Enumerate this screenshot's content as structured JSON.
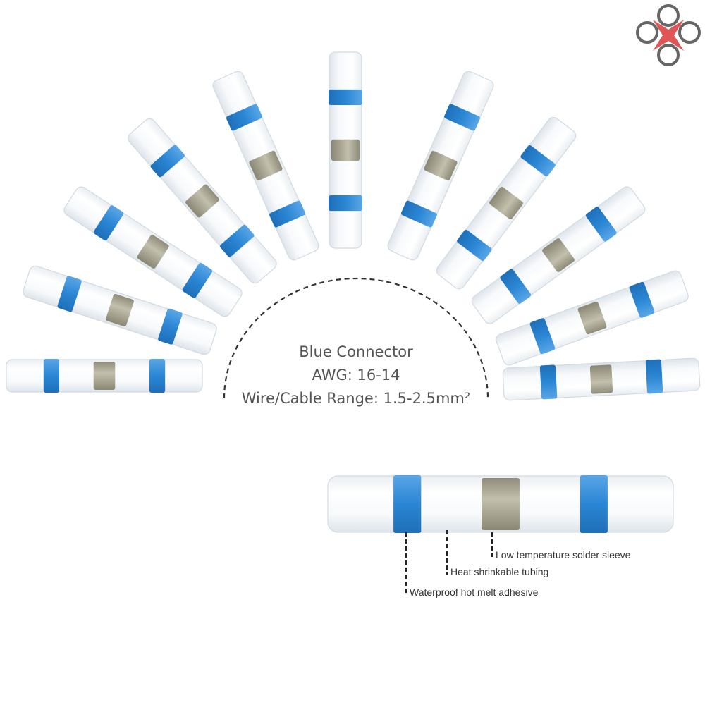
{
  "product": {
    "name": "Blue Connector",
    "awg": "AWG: 16-14",
    "range": "Wire/Cable Range: 1.5-2.5mm²"
  },
  "colors": {
    "band": "#2a86d4",
    "solder": "#a8a690",
    "tube": "#f3f6f8"
  },
  "fan_connector_count": 11,
  "callouts": {
    "solder": "Low temperature solder sleeve",
    "tubing": "Heat shrinkable tubing",
    "adhesive": "Waterproof hot melt adhesive"
  },
  "logo": {
    "icon": "drone-icon"
  }
}
